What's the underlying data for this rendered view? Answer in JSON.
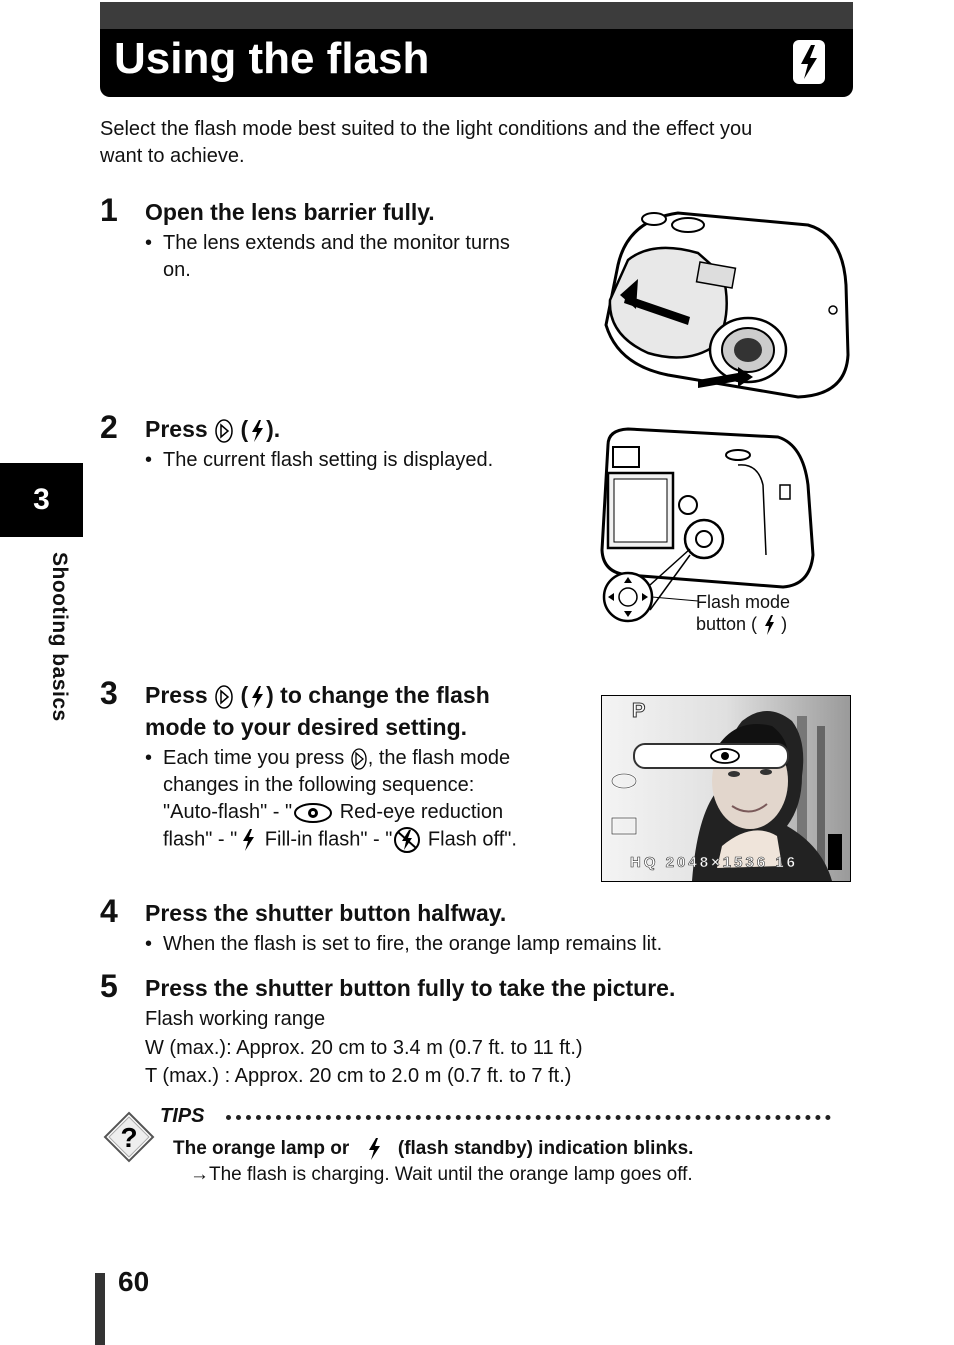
{
  "header": {
    "title": "Using the flash"
  },
  "chapter": {
    "number": "3",
    "title": "Shooting basics"
  },
  "intro": "Select the flash mode best suited to the light conditions and the effect you want to achieve.",
  "intro_line1": "Select the flash mode best suited to the light conditions and the effect you",
  "intro_line2": "want to achieve.",
  "steps": [
    {
      "num": "1",
      "head": "Open the lens barrier fully.",
      "bullet_l1": "The lens extends and the monitor turns",
      "bullet_l2": "on."
    },
    {
      "num": "2",
      "head_pre": "Press",
      "head_mid": "(",
      "head_post": ").",
      "bullet": "The current flash setting is displayed."
    },
    {
      "num": "3",
      "head_pre": "Press",
      "head_mid": "(",
      "head_post": ") to change the flash",
      "head_l2": "mode to your desired setting.",
      "b_l1_pre": "Each time you press",
      "b_l1_post": ", the flash mode",
      "b_l2": "changes in the following sequence:",
      "b_l3_pre": "\"Auto-flash\" - \"",
      "b_l3_post": "Red-eye reduction",
      "b_l4_pre": "flash\" - \"",
      "b_l4_mid": "Fill-in flash\" - \"",
      "b_l4_post": "Flash off\"."
    },
    {
      "num": "4",
      "head": "Press the shutter button halfway.",
      "bullet": "When the flash is set to fire, the orange lamp remains lit."
    },
    {
      "num": "5",
      "head": "Press the shutter button fully to take the picture.",
      "l1": "Flash working range",
      "l2": "W (max.): Approx. 20 cm to 3.4 m (0.7 ft. to 11 ft.)",
      "l3": "T (max.) : Approx. 20 cm to 2.0 m (0.7 ft. to 7 ft.)"
    }
  ],
  "figure2": {
    "callout_l1": "Flash mode",
    "callout_l2_pre": "button (",
    "callout_l2_post": ")"
  },
  "lcd": {
    "mode": "P",
    "info": "HQ 2048×1536 16"
  },
  "tips": {
    "label": "TIPS",
    "head_pre": "The orange lamp or",
    "head_post": "(flash standby) indication blinks.",
    "body": "→The flash is charging. Wait until the orange lamp goes off."
  },
  "footer": {
    "page_number": "60"
  },
  "bullet_char": "•"
}
